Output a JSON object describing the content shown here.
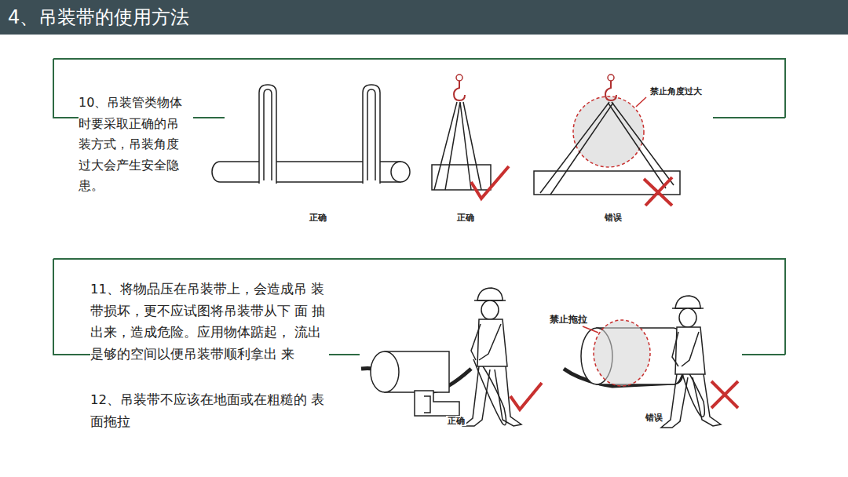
{
  "diagram": {
    "title": "4、吊装带的使用方法",
    "labels": [
      "10、吊装管类物体 时要采取正确的吊 装方式，吊装角度 过大会产生安全隐 患。",
      "正确",
      "正确",
      "错误",
      "禁止角度过大",
      "11、将物品压在吊装带上，会造成吊 装 带损坏，更不应试图将吊装带从下 面 抽出来，造成危险。应用物体踮起， 流出是够的空间以便吊装带顺利拿出 来",
      "12、吊装带不应该在地面或在粗糙的 表面拖拉",
      "禁止拖拉",
      "正确",
      "错误"
    ]
  }
}
